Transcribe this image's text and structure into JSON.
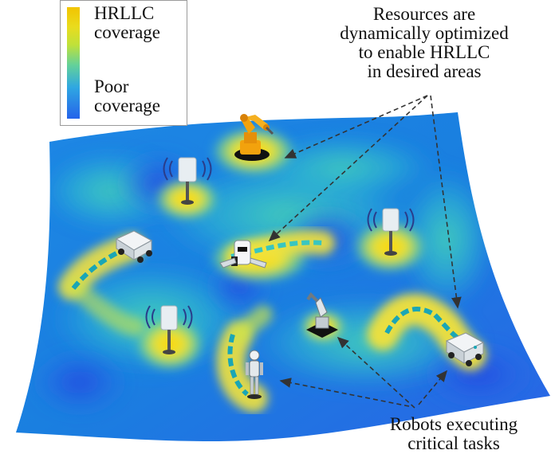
{
  "legend": {
    "high_label_line1": "HRLLC",
    "high_label_line2": "coverage",
    "low_label_line1": "Poor",
    "low_label_line2": "coverage",
    "colors": {
      "high": "#f2c400",
      "mid": "#63d19a",
      "low": "#2563ea"
    }
  },
  "annotations": {
    "resources": [
      "Resources are",
      "dynamically optimized",
      "to enable HRLLC",
      "in desired areas"
    ],
    "robots": [
      "Robots executing",
      "critical tasks"
    ]
  },
  "icons": [
    "robot-arm-icon",
    "access-point-icon",
    "mobile-robot-icon",
    "humanoid-robot-icon",
    "industrial-arm-icon"
  ]
}
